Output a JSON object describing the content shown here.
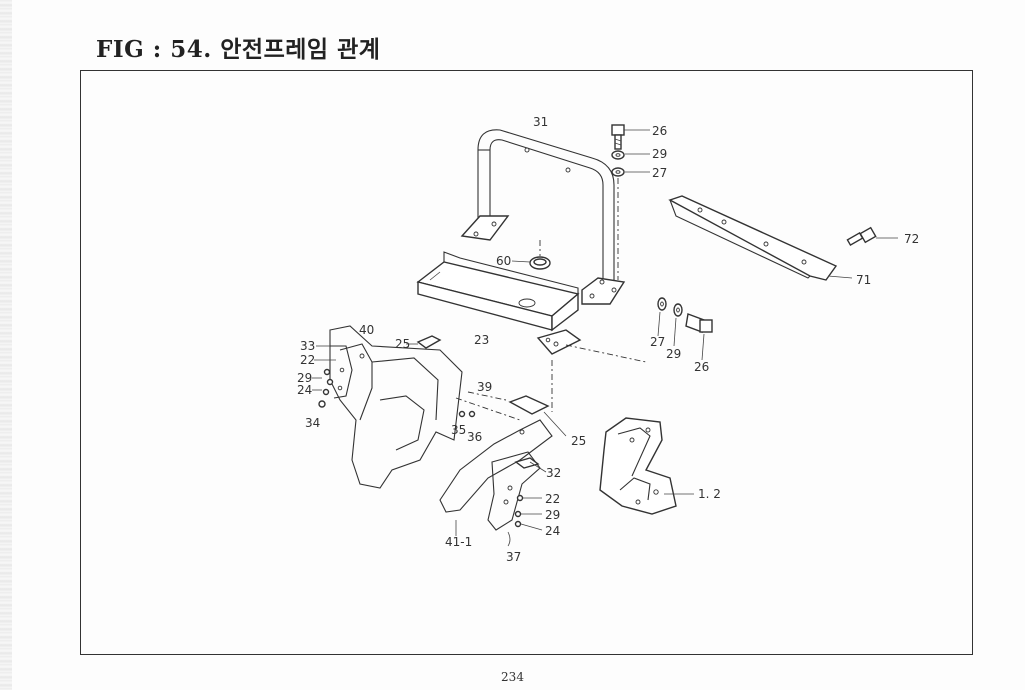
{
  "figure": {
    "title": "FIG : 54. 안전프레임 관계"
  },
  "page_number": "234",
  "callouts": {
    "c31": "31",
    "c26a": "26",
    "c29a": "29",
    "c27a": "27",
    "c72": "72",
    "c71": "71",
    "c60": "60",
    "c23": "23",
    "c40": "40",
    "c25a": "25",
    "c33": "33",
    "c22a": "22",
    "c29b": "29",
    "c24a": "24",
    "c34": "34",
    "c39": "39",
    "c35": "35",
    "c36": "36",
    "c25b": "25",
    "c27b": "27",
    "c29c": "29",
    "c26b": "26",
    "c32": "32",
    "c22b": "22",
    "c29d": "29",
    "c24b": "24",
    "c41_1": "41-1",
    "c37": "37",
    "c1_2": "1. 2"
  }
}
